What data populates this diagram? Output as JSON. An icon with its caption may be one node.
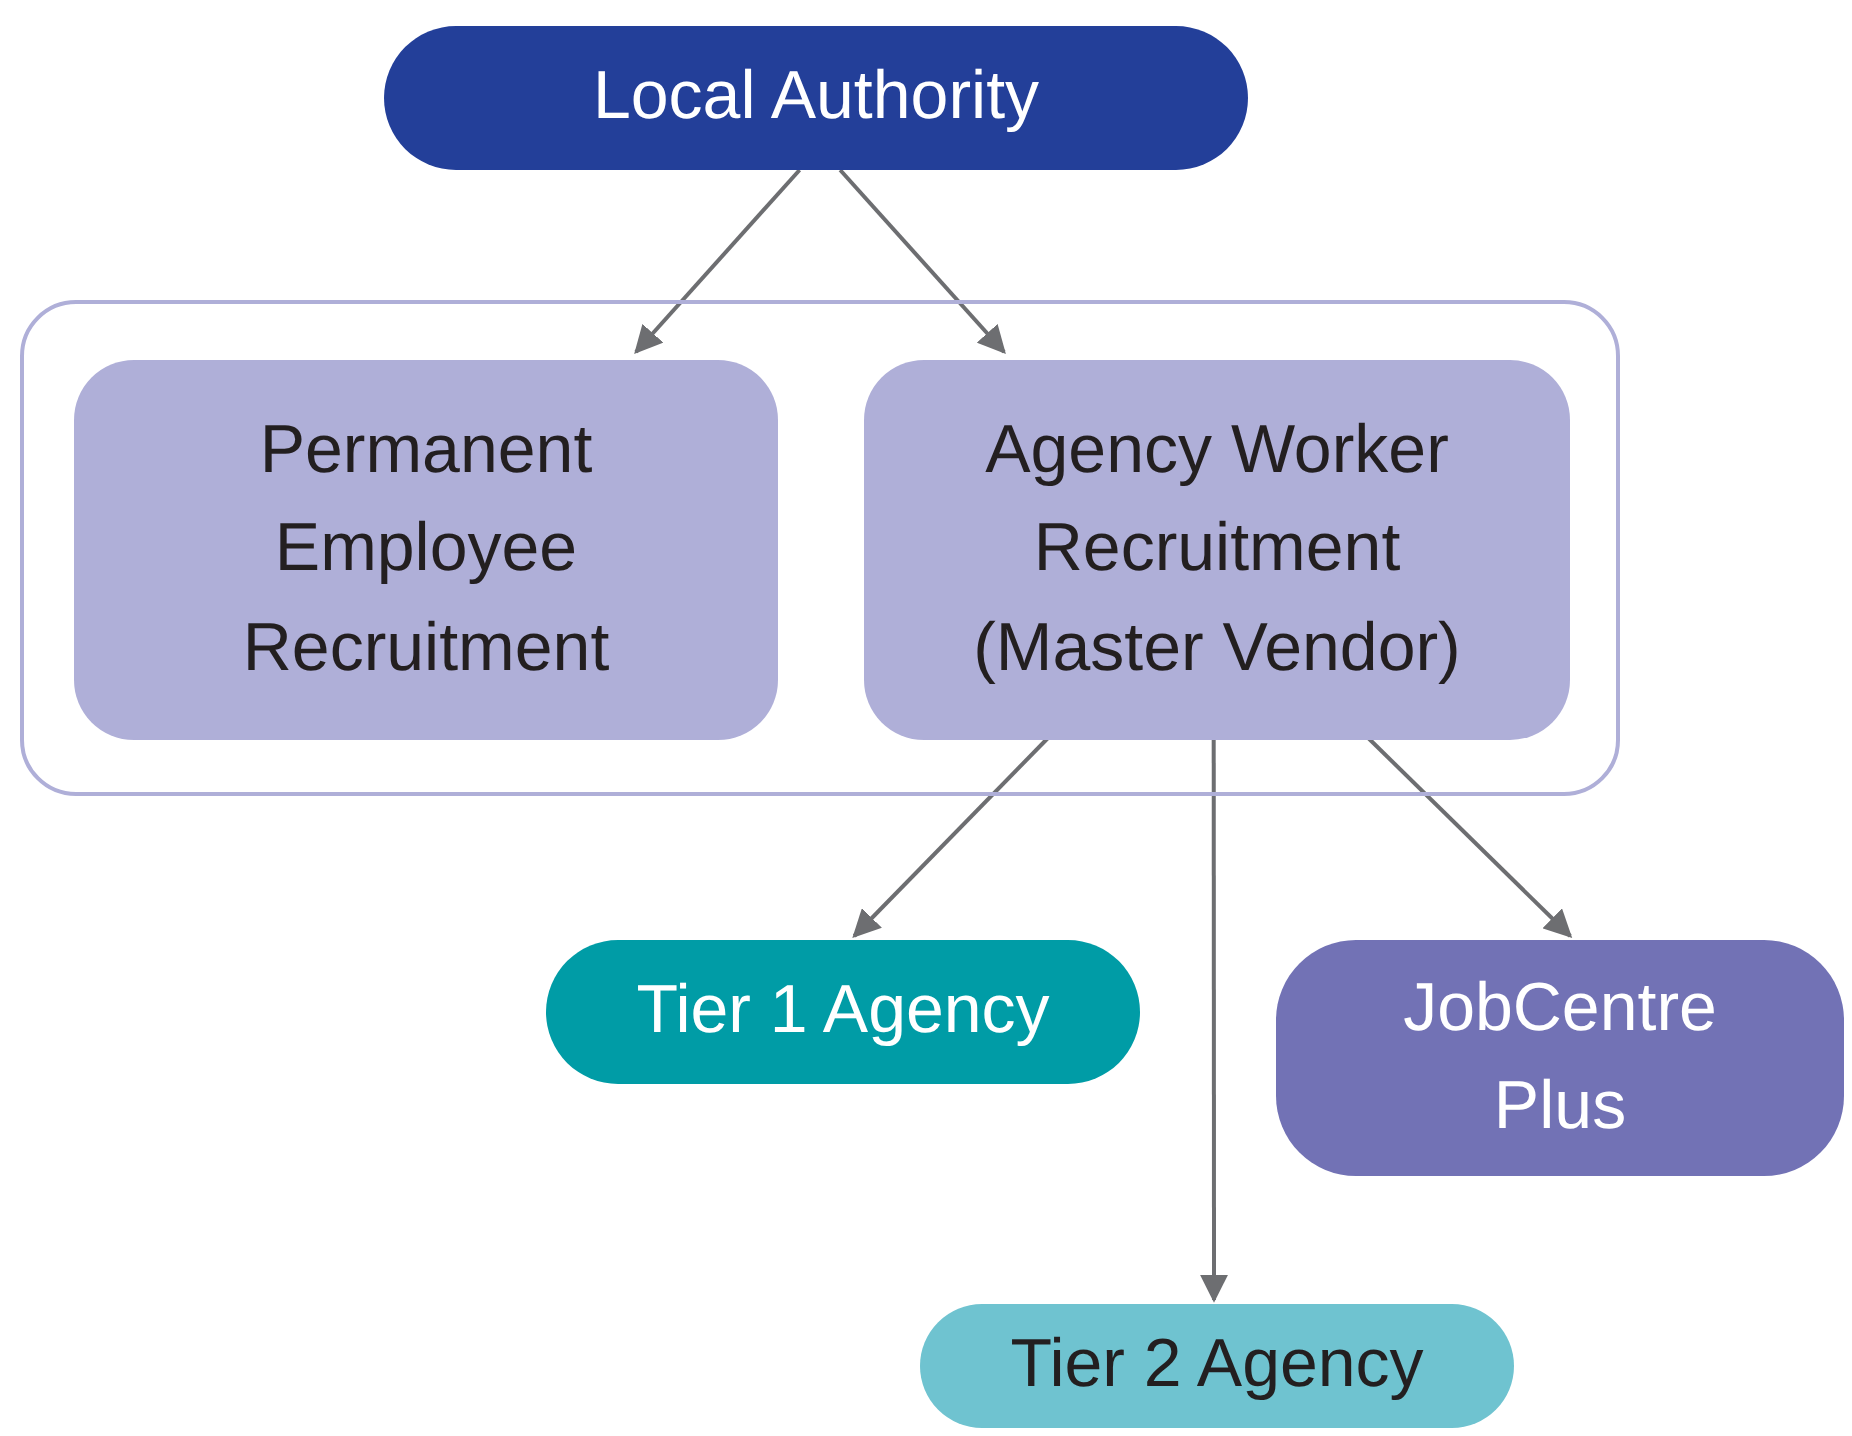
{
  "diagram": {
    "nodes": [
      {
        "text": [
          "Local Authority"
        ]
      },
      {
        "text": [],
        "shape": "box"
      },
      {
        "text": [
          "Permanent Employee Recruitment"
        ],
        "in": 1
      },
      {
        "text": [
          "Agency Worker Recruitment (Master Vendor)"
        ],
        "in": 1
      },
      {
        "text": [
          "Tier 1 Agency"
        ]
      },
      {
        "text": [
          "JobCentre Plus"
        ]
      },
      {
        "text": [
          "Tier 2 Agency"
        ]
      }
    ],
    "edges": [
      {
        "from": 0,
        "to": 2,
        "arrow": "to"
      },
      {
        "from": 0,
        "to": 3,
        "arrow": "to"
      },
      {
        "from": 3,
        "to": 4,
        "arrow": "to"
      },
      {
        "from": 3,
        "to": 6,
        "arrow": "to"
      },
      {
        "from": 3,
        "to": 5,
        "arrow": "to"
      }
    ]
  }
}
